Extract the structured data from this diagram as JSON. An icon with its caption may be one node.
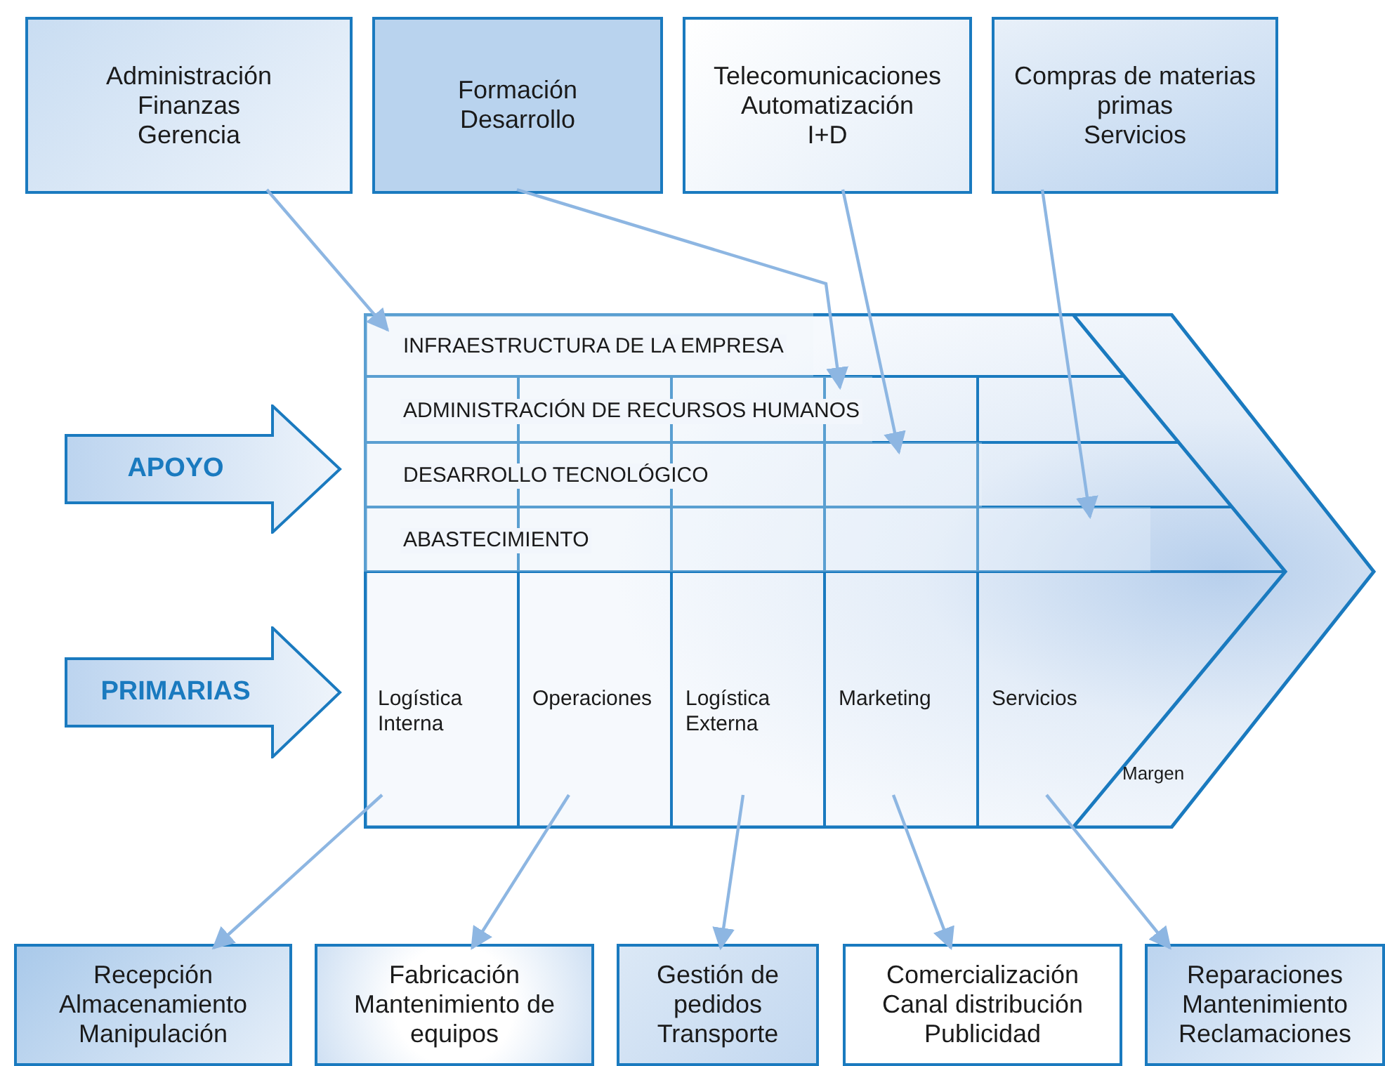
{
  "diagram": {
    "nodes": [
      {
        "text": [
          "Administración",
          "Finanzas",
          "Gerencia"
        ]
      },
      {
        "text": [
          "Formación",
          "Desarrollo"
        ]
      },
      {
        "text": [
          "Telecomunicaciones",
          "Automatización",
          "I+D"
        ]
      },
      {
        "text": [
          "Compras de materias primas",
          "Servicios"
        ]
      },
      {
        "text": [
          "APOYO"
        ]
      },
      {
        "text": [
          "PRIMARIAS"
        ]
      },
      {
        "text": [
          "Margen"
        ]
      },
      {
        "text": [
          "INFRAESTRUCTURA DE LA EMPRESA"
        ],
        "in": 6
      },
      {
        "text": [
          "ADMINISTRACIÓN DE RECURSOS HUMANOS"
        ],
        "in": 6
      },
      {
        "text": [
          "DESARROLLO TECNOLÓGICO"
        ],
        "in": 6
      },
      {
        "text": [
          "ABASTECIMIENTO"
        ],
        "in": 6
      },
      {
        "text": [
          "Logística Interna"
        ],
        "in": 6
      },
      {
        "text": [
          "Operaciones"
        ],
        "in": 6
      },
      {
        "text": [
          "Logística Externa"
        ],
        "in": 6
      },
      {
        "text": [
          "Marketing"
        ],
        "in": 6
      },
      {
        "text": [
          "Servicios"
        ],
        "in": 6
      },
      {
        "text": [
          "Recepción",
          "Almacenamiento",
          "Manipulación"
        ]
      },
      {
        "text": [
          "Fabricación",
          "Mantenimiento de equipos"
        ]
      },
      {
        "text": [
          "Gestión de pedidos",
          "Transporte"
        ]
      },
      {
        "text": [
          "Comercialización",
          "Canal distribución",
          "Publicidad"
        ]
      },
      {
        "text": [
          "Reparaciones",
          "Mantenimiento",
          "Reclamaciones"
        ]
      }
    ],
    "edges": [
      {
        "from": 0,
        "to": 7,
        "arrow": "to"
      },
      {
        "from": 1,
        "to": 8,
        "arrow": "to"
      },
      {
        "from": 2,
        "to": 9,
        "arrow": "to"
      },
      {
        "from": 3,
        "to": 10,
        "arrow": "to"
      },
      {
        "from": 11,
        "to": 16,
        "arrow": "to"
      },
      {
        "from": 12,
        "to": 17,
        "arrow": "to"
      },
      {
        "from": 13,
        "to": 18,
        "arrow": "to"
      },
      {
        "from": 14,
        "to": 19,
        "arrow": "to"
      },
      {
        "from": 15,
        "to": 20,
        "arrow": "to"
      }
    ]
  }
}
